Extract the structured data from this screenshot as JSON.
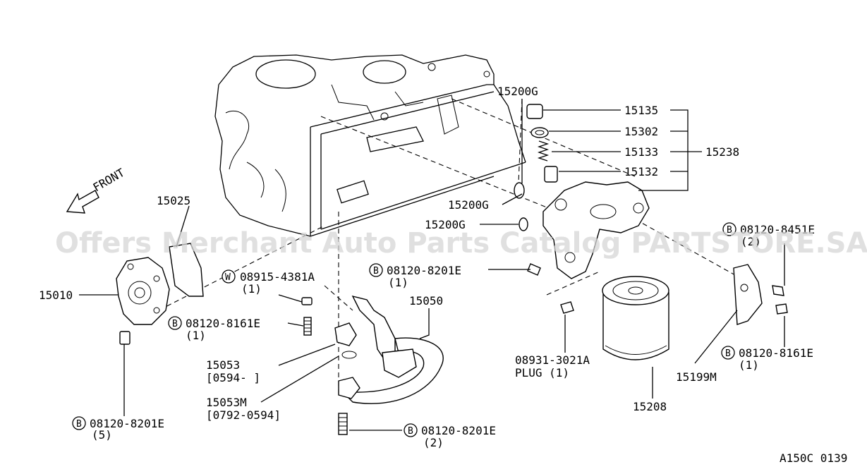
{
  "watermark": "Offers Merchant Auto Parts Catalog PARTSTORE.SA",
  "front_label": "FRONT",
  "diagram_code": "A150C 0139",
  "parts": {
    "p15200g_top": "15200G",
    "p15135": "15135",
    "p15302": "15302",
    "p15133": "15133",
    "p15238": "15238",
    "p15132": "15132",
    "p15200g_mid": "15200G",
    "p15200g_low": "15200G",
    "p15025": "15025",
    "p15010": "15010",
    "p15050": "15050",
    "p15053": "15053",
    "p15053_range": "[0594-        ]",
    "p15053m": "15053M",
    "p15053m_range": "[0792-0594]",
    "p15208": "15208",
    "p15199m": "15199M",
    "plug_num": "08931-3021A",
    "plug_label": "PLUG (1)"
  },
  "fasteners": {
    "w_08915": {
      "mark": "W",
      "num": "08915-4381A",
      "qty": "(1)"
    },
    "b_8201_center": {
      "mark": "B",
      "num": "08120-8201E",
      "qty": "(1)"
    },
    "b_8161_left": {
      "mark": "B",
      "num": "08120-8161E",
      "qty": "(1)"
    },
    "b_8201_bottomleft": {
      "mark": "B",
      "num": "08120-8201E",
      "qty": "(5)"
    },
    "b_8201_bottom": {
      "mark": "B",
      "num": "08120-8201E",
      "qty": "(2)"
    },
    "b_8451_right": {
      "mark": "B",
      "num": "08120-8451E",
      "qty": "(2)"
    },
    "b_8161_right": {
      "mark": "B",
      "num": "08120-8161E",
      "qty": "(1)"
    }
  }
}
